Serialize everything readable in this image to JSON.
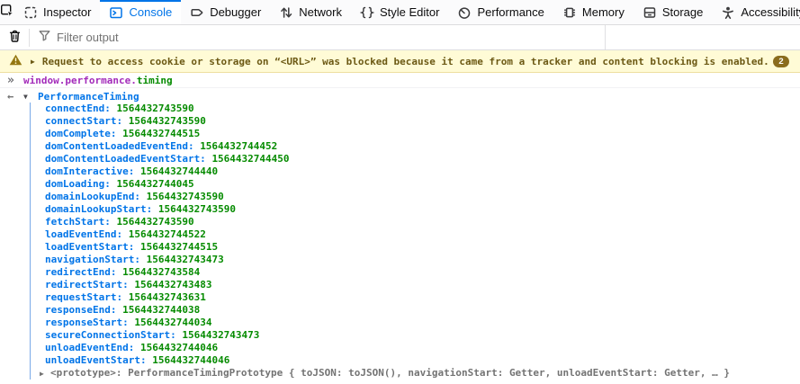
{
  "tabbar": {
    "tabs": [
      {
        "label": "Inspector"
      },
      {
        "label": "Console",
        "active": true
      },
      {
        "label": "Debugger"
      },
      {
        "label": "Network"
      },
      {
        "label": "Style Editor"
      },
      {
        "label": "Performance"
      },
      {
        "label": "Memory"
      },
      {
        "label": "Storage"
      },
      {
        "label": "Accessibility"
      }
    ],
    "overflow_chevron": "‹"
  },
  "toolbar": {
    "filter_placeholder": "Filter output"
  },
  "warning": {
    "expand_arrow": "▶",
    "text": "Request to access cookie or storage on “<URL>” was blocked because it came from a tracker and content blocking is enabled.",
    "count": "2"
  },
  "echo": {
    "prompt": "»",
    "object_part": "window.performance.",
    "property_part": "timing"
  },
  "result": {
    "back_arrow": "←",
    "twisty_open": "▼",
    "twisty_closed": "▶",
    "class_name": "PerformanceTiming",
    "properties": [
      {
        "name": "connectEnd",
        "value": "1564432743590"
      },
      {
        "name": "connectStart",
        "value": "1564432743590"
      },
      {
        "name": "domComplete",
        "value": "1564432744515"
      },
      {
        "name": "domContentLoadedEventEnd",
        "value": "1564432744452"
      },
      {
        "name": "domContentLoadedEventStart",
        "value": "1564432744450"
      },
      {
        "name": "domInteractive",
        "value": "1564432744440"
      },
      {
        "name": "domLoading",
        "value": "1564432744045"
      },
      {
        "name": "domainLookupEnd",
        "value": "1564432743590"
      },
      {
        "name": "domainLookupStart",
        "value": "1564432743590"
      },
      {
        "name": "fetchStart",
        "value": "1564432743590"
      },
      {
        "name": "loadEventEnd",
        "value": "1564432744522"
      },
      {
        "name": "loadEventStart",
        "value": "1564432744515"
      },
      {
        "name": "navigationStart",
        "value": "1564432743473"
      },
      {
        "name": "redirectEnd",
        "value": "1564432743584"
      },
      {
        "name": "redirectStart",
        "value": "1564432743483"
      },
      {
        "name": "requestStart",
        "value": "1564432743631"
      },
      {
        "name": "responseEnd",
        "value": "1564432744038"
      },
      {
        "name": "responseStart",
        "value": "1564432744034"
      },
      {
        "name": "secureConnectionStart",
        "value": "1564432743473"
      },
      {
        "name": "unloadEventEnd",
        "value": "1564432744046"
      },
      {
        "name": "unloadEventStart",
        "value": "1564432744046"
      }
    ],
    "prototype_label": "<prototype>: ",
    "prototype_value": "PerformanceTimingPrototype { toJSON: toJSON(), navigationStart: Getter, unloadEventStart: Getter, … }"
  },
  "colors": {
    "accent_blue": "#0074e8",
    "value_green": "#058b00",
    "identifier_purple": "#a32bba",
    "warning_bg": "#fffbd6",
    "warning_text": "#6c5914",
    "badge_bg": "#8a6c1d",
    "indent_line_blue": "#79a9e8",
    "muted_gray": "#737373"
  }
}
